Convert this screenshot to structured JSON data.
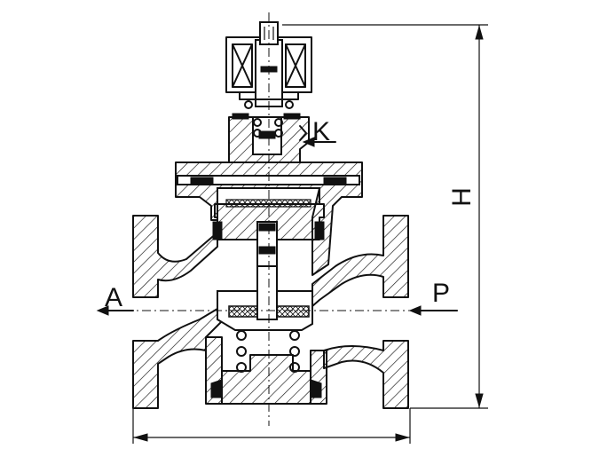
{
  "labels": {
    "control_port": "K",
    "outlet_port": "A",
    "inlet_port": "P",
    "height_dimension": "H"
  }
}
